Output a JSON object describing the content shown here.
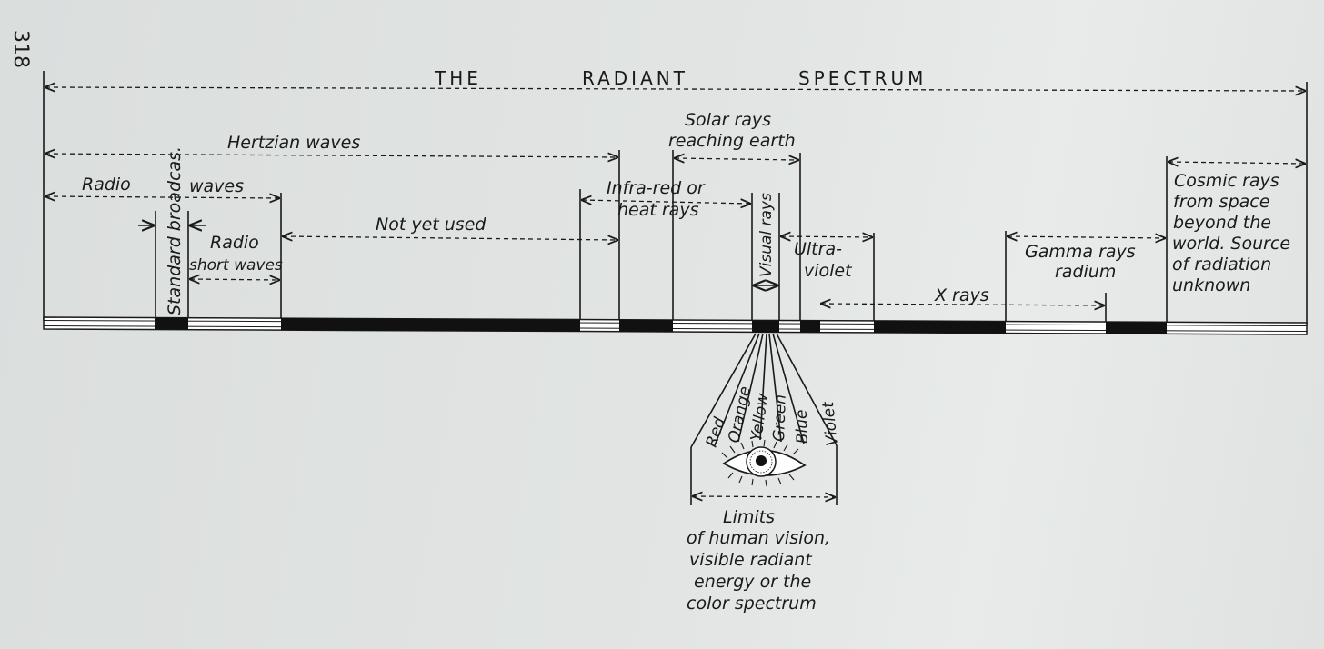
{
  "page_number": "318",
  "title": {
    "word1": "THE",
    "word2": "RADIANT",
    "word3": "SPECTRUM"
  },
  "labels": {
    "hertzian": "Hertzian waves",
    "radio": "Radio",
    "radio_waves": "waves",
    "standard_broadcast": "Standard broadcas.",
    "radio_short_1": "Radio",
    "radio_short_2": "short waves",
    "not_yet_used": "Not yet used",
    "infrared_1": "Infra-red or",
    "infrared_2": "heat rays",
    "solar_1": "Solar rays",
    "solar_2": "reaching earth",
    "visual_rays": "Visual rays",
    "ultra_1": "Ultra-",
    "ultra_2": "violet",
    "xrays": "X rays",
    "gamma_1": "Gamma rays",
    "gamma_2": "radium",
    "cosmic_1": "Cosmic rays",
    "cosmic_2": "from space",
    "cosmic_3": "beyond the",
    "cosmic_4": "world. Source",
    "cosmic_5": "of radiation",
    "cosmic_6": "unknown"
  },
  "colors_of_spectrum": [
    "Red",
    "Orange",
    "Yellow",
    "Green",
    "Blue",
    "Violet"
  ],
  "vision": {
    "line1": "Limits",
    "line2": "of human vision,",
    "line3": "visible radiant",
    "line4": "energy or the",
    "line5": "color spectrum"
  }
}
